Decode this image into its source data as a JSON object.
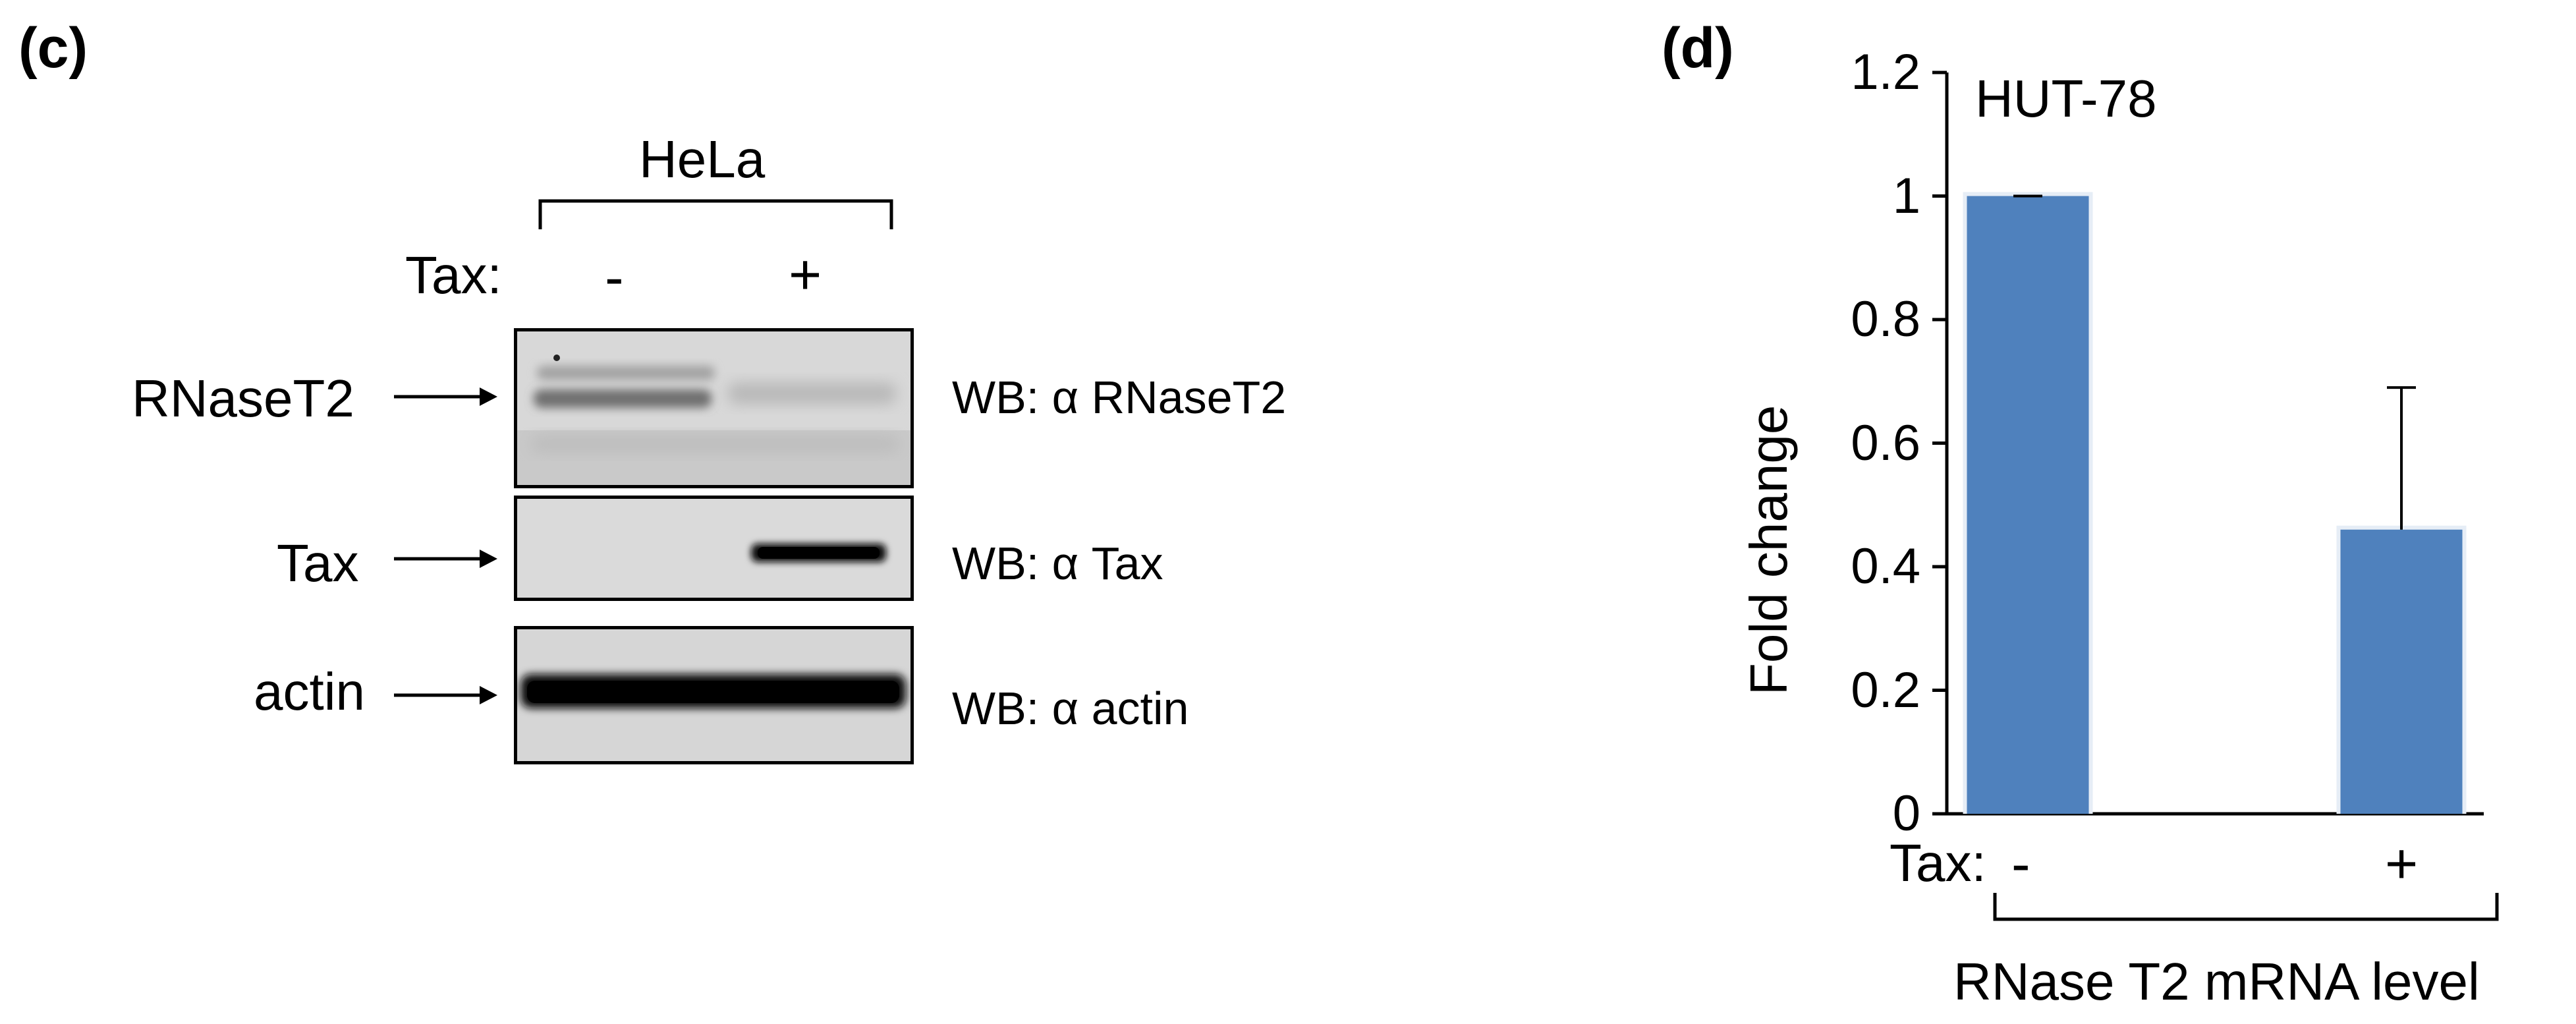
{
  "panel_c": {
    "label": "(c)",
    "cell_line": "HeLa",
    "tax_label": "Tax:",
    "lanes": [
      "-",
      "+"
    ],
    "blots": [
      {
        "target": "RNaseT2",
        "wb": "WB: α RNaseT2"
      },
      {
        "target": "Tax",
        "wb": "WB: α Tax"
      },
      {
        "target": "actin",
        "wb": "WB: α actin"
      }
    ]
  },
  "panel_d": {
    "label": "(d)",
    "chart_data": {
      "type": "bar",
      "title": "HUT-78",
      "ylabel": "Fold change",
      "xlabel": "RNase T2 mRNA level",
      "x_prefix": "Tax:",
      "categories": [
        "-",
        "+"
      ],
      "values": [
        1.0,
        0.46
      ],
      "error": [
        0.0,
        0.23
      ],
      "ylim": [
        0,
        1.2
      ],
      "yticks": [
        "0",
        "0.2",
        "0.4",
        "0.6",
        "0.8",
        "1",
        "1.2"
      ],
      "bar_color": "#4f81bd",
      "grid": false
    }
  }
}
